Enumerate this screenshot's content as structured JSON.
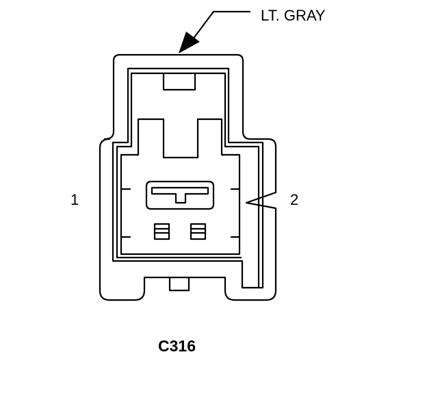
{
  "callout": {
    "text": "LT. GRAY"
  },
  "pins": {
    "pin1": "1",
    "pin2": "2"
  },
  "connector": {
    "id": "C316"
  }
}
